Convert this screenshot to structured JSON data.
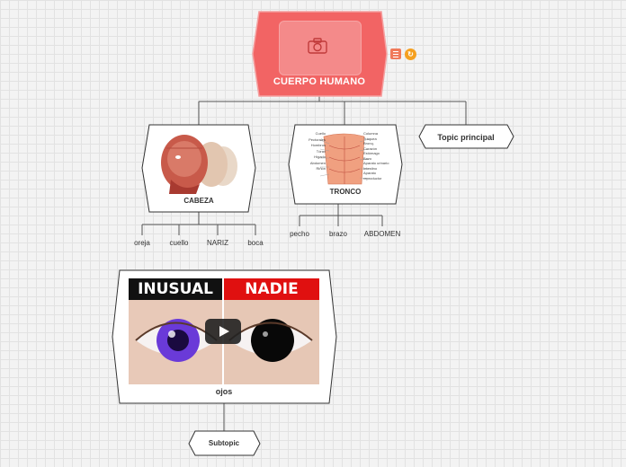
{
  "root": {
    "title": "CUERPO HUMANO",
    "fill": "#f26464",
    "image": "camera-icon"
  },
  "topics": {
    "cabeza": {
      "title": "CABEZA",
      "children": [
        "oreja",
        "cuello",
        "NARIZ",
        "boca"
      ]
    },
    "tronco": {
      "title": "TRONCO",
      "children": [
        "pecho",
        "brazo",
        "ABDOMEN"
      ]
    },
    "principal": {
      "title": "Topic principal"
    }
  },
  "video": {
    "caption": "ojos",
    "left_banner": "INUSUAL",
    "right_banner": "NADIE",
    "subtopic": "Subtopic"
  },
  "torso_labels": {
    "left": [
      "Cuello",
      "Pectorales",
      "Hombros",
      "Tórax",
      "Hígado",
      "Abdomen",
      "Riñón"
    ],
    "right": [
      "Columna",
      "Tráquea",
      "Bronq.",
      "Corazón",
      "Estómago",
      "Bazo",
      "Aparato urinario",
      "Intestino",
      "Aparato reproductor"
    ]
  },
  "colors": {
    "root": "#f26464",
    "line": "#555555",
    "banner_right": "#e01010"
  }
}
